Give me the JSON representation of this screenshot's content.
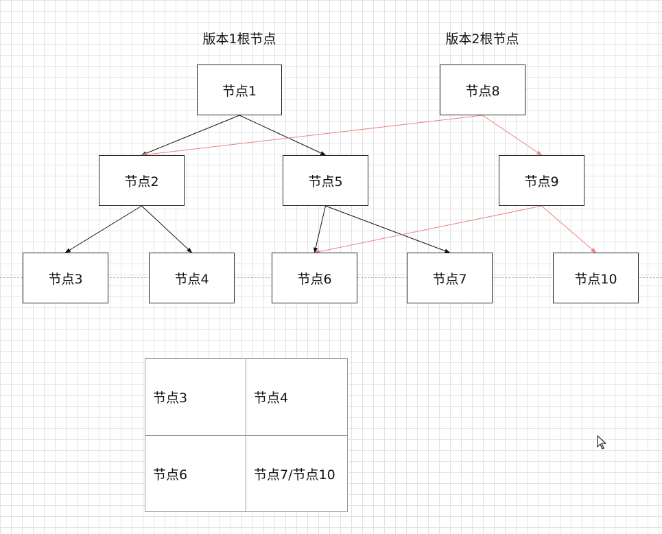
{
  "labels": {
    "root_v1": "版本1根节点",
    "root_v2": "版本2根节点"
  },
  "nodes": {
    "n1": "节点1",
    "n2": "节点2",
    "n3": "节点3",
    "n4": "节点4",
    "n5": "节点5",
    "n6": "节点6",
    "n7": "节点7",
    "n8": "节点8",
    "n9": "节点9",
    "n10": "节点10"
  },
  "table": {
    "cells": [
      "节点3",
      "节点4",
      "节点6",
      "节点7/节点10"
    ]
  },
  "edges": {
    "version1": [
      [
        "n1",
        "n2"
      ],
      [
        "n1",
        "n5"
      ],
      [
        "n2",
        "n3"
      ],
      [
        "n2",
        "n4"
      ],
      [
        "n5",
        "n6"
      ],
      [
        "n5",
        "n7"
      ]
    ],
    "version2": [
      [
        "n8",
        "n2"
      ],
      [
        "n8",
        "n9"
      ],
      [
        "n9",
        "n6"
      ],
      [
        "n9",
        "n10"
      ]
    ]
  },
  "colors": {
    "version1_edge": "#111111",
    "version2_edge": "#f08080"
  }
}
